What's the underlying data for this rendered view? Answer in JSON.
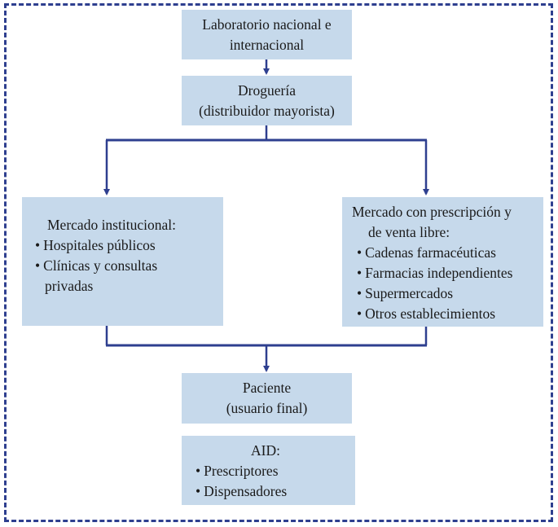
{
  "nodes": {
    "lab": {
      "lines": [
        "Laboratorio nacional e",
        "internacional"
      ]
    },
    "drogueria": {
      "lines": [
        "Droguería",
        "(distribuidor mayorista)"
      ]
    },
    "institucional": {
      "title": "Mercado institucional:",
      "items": [
        "Hospitales públicos",
        "Clínicas y consultas"
      ],
      "continuation": "privadas"
    },
    "prescripcion": {
      "title_lines": [
        "Mercado con prescripción y",
        "de venta libre:"
      ],
      "items": [
        "Cadenas farmacéuticas",
        "Farmacias independientes",
        "Supermercados",
        "Otros establecimientos"
      ]
    },
    "paciente": {
      "lines": [
        "Paciente",
        "(usuario final)"
      ]
    },
    "aid": {
      "title": "AID:",
      "items": [
        "Prescriptores",
        "Dispensadores"
      ]
    }
  },
  "colors": {
    "box_fill": "#c6d9eb",
    "connector": "#2e3f8f",
    "frame": "#2e3f8f",
    "text": "#1a1a1a"
  }
}
